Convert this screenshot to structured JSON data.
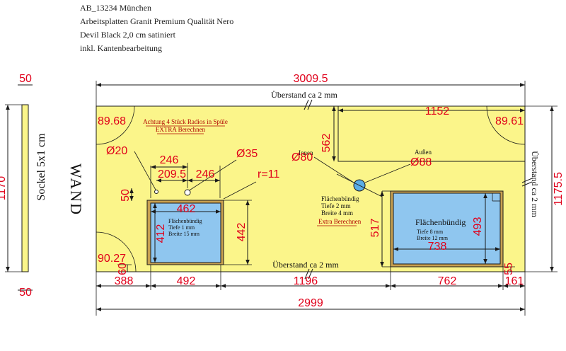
{
  "header": {
    "line1": "AB_13234  München",
    "line2": "Arbeitsplatten Granit Premium Qualität Nero",
    "line3": "Devil Black 2,0 cm satiniert",
    "line4": "inkl. Kantenbearbeitung"
  },
  "colors": {
    "worktop": "#fbf58a",
    "sink": "#8fc6ef",
    "dimension": "#e0001a",
    "outline": "#1a1a1a"
  },
  "plinth": {
    "label": "Sockel 5x1 cm",
    "top": "50",
    "bottom": "50",
    "height": "1170"
  },
  "wall_label": "WAND",
  "dims": {
    "total_top": "3009.5",
    "total_bottom": "2999",
    "height_right": "1175.5",
    "corner_radius_tl": "89.68",
    "corner_radius_tr": "89.61",
    "corner_radius_bl": "90.27",
    "notch_depth": "562",
    "notch_width": "1152",
    "hole_20": "Ø20",
    "hole_35": "Ø35",
    "hole_80": "Ø80",
    "hole_88": "Ø88",
    "tap_246_a": "246",
    "tap_209": "209.5",
    "tap_246_b": "246",
    "radius_r11": "r=11",
    "offset_50": "50",
    "sink1_width": "462",
    "sink1_depth": "412",
    "sink1_cutout_depth": "442",
    "sink2_depth_outer": "517",
    "sink2_depth": "493",
    "sink2_width": "738",
    "bottom_60": "60",
    "right_55": "55",
    "seg_388": "388",
    "seg_492": "492",
    "seg_1196": "1196",
    "seg_762": "762",
    "seg_161": "161"
  },
  "notes": {
    "overhang_top": "Überstand ca 2 mm",
    "overhang_bottom": "Überstand ca 2 mm",
    "overhang_right": "Überstand ca 2 mm",
    "radios_line1": "Achtung 4 Stück Radios in Spüle",
    "radios_line2": "EXTRA Berechnen",
    "inner": "Innen",
    "outer": "Außen",
    "mid_line1": "Flächenbündig",
    "mid_line2": "Tiefe 2 mm",
    "mid_line3": "Breite 4 mm",
    "mid_line4": "Extra Berechnen",
    "sink1_line1": "Flächenbündig",
    "sink1_line2": "Tiefe 1 mm",
    "sink1_line3": "Breite 15 mm",
    "sink2_line1": "Flächenbündig",
    "sink2_line2": "Tiefe 8 mm",
    "sink2_line3": "Breite 12 mm"
  }
}
